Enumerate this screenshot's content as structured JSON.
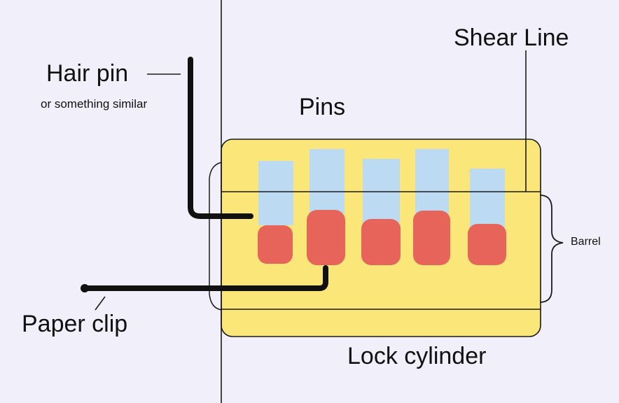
{
  "labels": {
    "hair_pin": "Hair pin",
    "hair_pin_note": "or something similar",
    "pins": "Pins",
    "shear_line": "Shear Line",
    "barrel": "Barrel",
    "paper_clip": "Paper clip",
    "lock_cylinder": "Lock cylinder"
  },
  "colors": {
    "background": "#f1eff9",
    "cylinder": "#fbe67a",
    "key_pin": "#bcdaf2",
    "driver_pin": "#e7645a",
    "tool": "#111111"
  },
  "pin_count": 5
}
